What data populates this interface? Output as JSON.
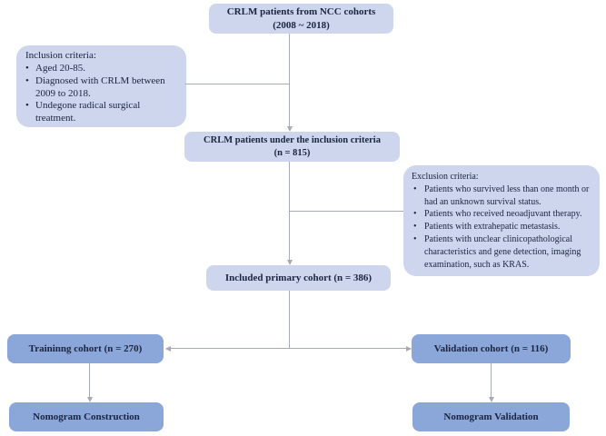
{
  "colors": {
    "light_box": "#cdd6ec",
    "dark_box": "#8ba6d8",
    "text": "#1b2440",
    "line": "#a6aab1",
    "background": "#ffffff"
  },
  "flowchart": {
    "top_box": {
      "line1": "CRLM patients from NCC cohorts",
      "line2": "(2008 ~ 2018)"
    },
    "inclusion_box": {
      "title": "Inclusion criteria:",
      "items": [
        "Aged 20-85.",
        "Diagnosed with CRLM between 2009 to 2018.",
        "Undegone radical surgical treatment."
      ]
    },
    "inclusion_result_box": {
      "line1": "CRLM patients under the inclusion criteria",
      "line2": "(n = 815)"
    },
    "exclusion_box": {
      "title": "Exclusion criteria:",
      "items": [
        "Patients who survived less than one month or had an unknown survival status.",
        "Patients who received neoadjuvant therapy.",
        "Patients with extrahepatic metastasis.",
        "Patients with unclear clinicopathological characteristics and gene detection, imaging examination, such as KRAS."
      ]
    },
    "primary_cohort_box": {
      "label": "Included primary cohort (n = 386)"
    },
    "training_cohort_box": {
      "label": "Traininng cohort  (n = 270)"
    },
    "validation_cohort_box": {
      "label": "Validation cohort (n = 116)"
    },
    "nomogram_construction_box": {
      "label": "Nomogram Construction"
    },
    "nomogram_validation_box": {
      "label": "Nomogram Validation"
    }
  }
}
